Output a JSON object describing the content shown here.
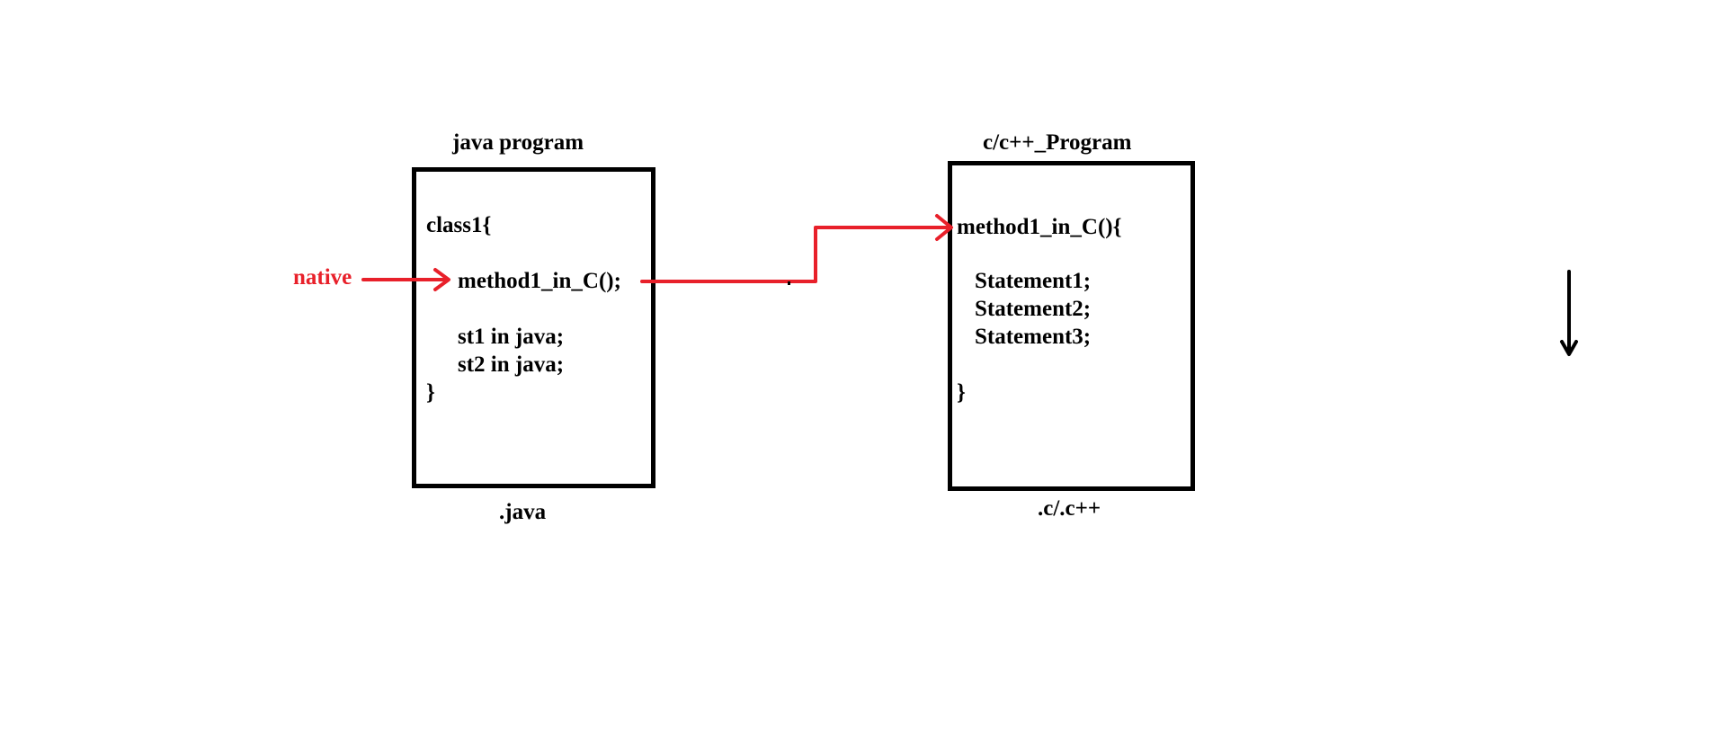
{
  "colors": {
    "accent_red": "#e8202a",
    "ink": "#000000"
  },
  "java_block": {
    "title": "java program",
    "footer": ".java",
    "lines": [
      "class1{",
      "method1_in_C();",
      "st1 in java;",
      "st2 in java;",
      "}"
    ]
  },
  "native_label": "native",
  "c_block": {
    "title": "c/c++_Program",
    "footer": ".c/.c++",
    "lines": [
      "method1_in_C(){",
      "Statement1;",
      "Statement2;",
      "Statement3;",
      "}"
    ]
  }
}
